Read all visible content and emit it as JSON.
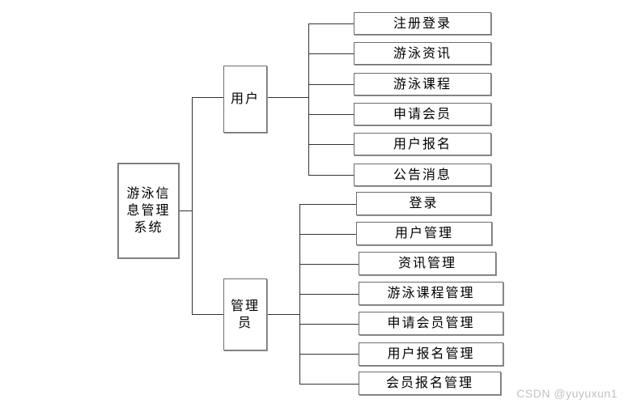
{
  "root": {
    "label": "游泳信息管理系统"
  },
  "branches": {
    "user": {
      "label": "用户",
      "children": [
        "注册登录",
        "游泳资讯",
        "游泳课程",
        "申请会员",
        "用户报名",
        "公告消息"
      ]
    },
    "admin": {
      "label": "管理员",
      "children": [
        "登录",
        "用户管理",
        "资讯管理",
        "游泳课程管理",
        "申请会员管理",
        "用户报名管理",
        "会员报名管理"
      ]
    }
  },
  "watermark": {
    "text": "CSDN @yuyuxun1"
  },
  "colors": {
    "background": "#ffffff",
    "box_border": "#7f7f7f",
    "connector": "#333333",
    "text": "#000000",
    "watermark": "#c2c2c2"
  }
}
